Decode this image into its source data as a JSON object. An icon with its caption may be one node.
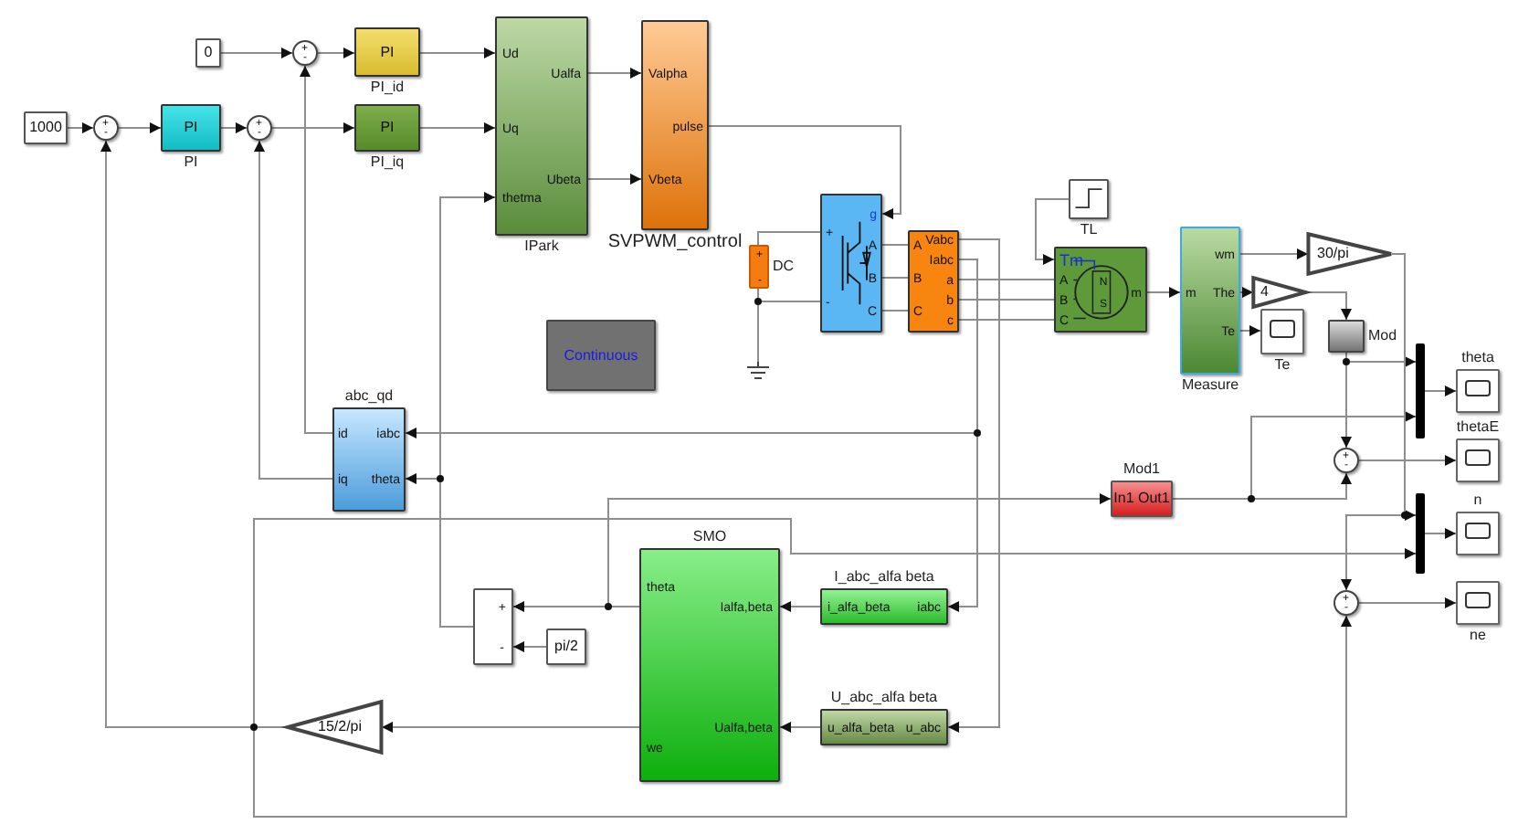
{
  "diagram": {
    "nodes": [
      {
        "text": [
          "1000"
        ]
      },
      {
        "text": [
          "+",
          "-"
        ]
      },
      {
        "text": [
          "PI"
        ],
        "beside": [
          "PI"
        ]
      },
      {
        "text": [
          "+",
          "-"
        ]
      },
      {
        "text": [
          "0"
        ]
      },
      {
        "text": [
          "+",
          "-"
        ]
      },
      {
        "text": [
          "PI"
        ],
        "beside": [
          "PI_id"
        ]
      },
      {
        "text": [
          "PI"
        ],
        "beside": [
          "PI_iq"
        ]
      },
      {
        "text": [
          "Ud",
          "Uq",
          "thetma",
          "Ualfa",
          "Ubeta"
        ],
        "beside": [
          "IPark"
        ]
      },
      {
        "text": [
          "Valpha",
          "pulse",
          "Vbeta"
        ],
        "beside": [
          "SVPWM_control"
        ]
      },
      {
        "text": [
          "Continuous"
        ]
      },
      {
        "text": [
          "+",
          "-"
        ],
        "beside": [
          "DC"
        ]
      },
      {
        "text": [],
        "shape": "ground"
      },
      {
        "text": [
          "g",
          "+",
          "-",
          "A",
          "B",
          "C"
        ]
      },
      {
        "text": [
          "Vabc",
          "Iabc",
          "A",
          "B",
          "C",
          "a",
          "b",
          "c"
        ]
      },
      {
        "text": [],
        "shape": "box",
        "beside": [
          "TL"
        ]
      },
      {
        "text": [
          "Tm",
          "A",
          "B",
          "C",
          "m",
          "N",
          "S"
        ]
      },
      {
        "text": [
          "m",
          "wm",
          "The",
          "Te"
        ],
        "beside": [
          "Measure"
        ]
      },
      {
        "text": [
          "30/pi"
        ]
      },
      {
        "text": [
          "4"
        ]
      },
      {
        "text": [],
        "shape": "box",
        "beside": [
          "Te"
        ]
      },
      {
        "text": [],
        "shape": "box",
        "beside": [
          "Mod"
        ]
      },
      {
        "text": [],
        "shape": "bar"
      },
      {
        "text": [],
        "shape": "box",
        "beside": [
          "theta"
        ]
      },
      {
        "text": [
          "+",
          "-"
        ]
      },
      {
        "text": [],
        "shape": "box",
        "beside": [
          "thetaE"
        ]
      },
      {
        "text": [
          "In1 Out1"
        ],
        "beside": [
          "Mod1"
        ]
      },
      {
        "text": [],
        "shape": "bar"
      },
      {
        "text": [],
        "shape": "box",
        "beside": [
          "n"
        ]
      },
      {
        "text": [
          "+",
          "-"
        ]
      },
      {
        "text": [],
        "shape": "box",
        "beside": [
          "ne"
        ]
      },
      {
        "text": [
          "id",
          "iq",
          "iabc",
          "theta"
        ],
        "beside": [
          "abc_qd"
        ]
      },
      {
        "text": [
          "+",
          "-"
        ]
      },
      {
        "text": [
          "pi/2"
        ]
      },
      {
        "text": [
          "theta",
          "Ialfa,beta",
          "Ualfa,beta",
          "we"
        ],
        "beside": [
          "SMO"
        ]
      },
      {
        "text": [
          "i_alfa_beta",
          "iabc"
        ],
        "beside": [
          "I_abc_alfa beta"
        ]
      },
      {
        "text": [
          "u_alfa_beta",
          "u_abc"
        ],
        "beside": [
          "U_abc_alfa beta"
        ]
      },
      {
        "text": [
          "15/2/pi"
        ]
      }
    ],
    "edges": [
      {
        "from": 0,
        "to": 1,
        "arrow": "to"
      },
      {
        "from": 1,
        "to": 2,
        "arrow": "to"
      },
      {
        "from": 2,
        "to": 3,
        "arrow": "to"
      },
      {
        "from": 3,
        "to": 7,
        "arrow": "to"
      },
      {
        "from": 4,
        "to": 5,
        "arrow": "to"
      },
      {
        "from": 5,
        "to": 6,
        "arrow": "to"
      },
      {
        "from": 6,
        "to": 8,
        "arrow": "to"
      },
      {
        "from": 7,
        "to": 8,
        "arrow": "to"
      },
      {
        "from": 8,
        "to": 9,
        "arrow": "to"
      },
      {
        "from": 8,
        "to": 9,
        "arrow": "to"
      },
      {
        "from": 9,
        "to": 13,
        "arrow": "to"
      },
      {
        "from": 11,
        "to": 13,
        "arrow": "none"
      },
      {
        "from": 11,
        "to": 13,
        "arrow": "none"
      },
      {
        "from": 11,
        "to": 12,
        "arrow": "none"
      },
      {
        "from": 13,
        "to": 14,
        "arrow": "none"
      },
      {
        "from": 13,
        "to": 14,
        "arrow": "none"
      },
      {
        "from": 13,
        "to": 14,
        "arrow": "none"
      },
      {
        "from": 14,
        "to": 16,
        "arrow": "none"
      },
      {
        "from": 14,
        "to": 16,
        "arrow": "none"
      },
      {
        "from": 14,
        "to": 16,
        "arrow": "none"
      },
      {
        "from": 15,
        "to": 16,
        "arrow": "to"
      },
      {
        "from": 16,
        "to": 17,
        "arrow": "to"
      },
      {
        "from": 17,
        "to": 18,
        "arrow": "to"
      },
      {
        "from": 17,
        "to": 19,
        "arrow": "to"
      },
      {
        "from": 17,
        "to": 20,
        "arrow": "to"
      },
      {
        "from": 19,
        "to": 21,
        "arrow": "to"
      },
      {
        "from": 21,
        "to": 22,
        "arrow": "to"
      },
      {
        "from": 22,
        "to": 23,
        "arrow": "to"
      },
      {
        "from": 21,
        "to": 24,
        "arrow": "to"
      },
      {
        "from": 24,
        "to": 25,
        "arrow": "to"
      },
      {
        "from": 26,
        "to": 24,
        "arrow": "to"
      },
      {
        "from": 26,
        "to": 22,
        "arrow": "to"
      },
      {
        "from": 18,
        "to": 27,
        "arrow": "to"
      },
      {
        "from": 18,
        "to": 29,
        "arrow": "to"
      },
      {
        "from": 27,
        "to": 28,
        "arrow": "to"
      },
      {
        "from": 29,
        "to": 30,
        "arrow": "to"
      },
      {
        "from": 37,
        "to": 29,
        "arrow": "to"
      },
      {
        "from": 37,
        "to": 27,
        "arrow": "to"
      },
      {
        "from": 37,
        "to": 1,
        "arrow": "to"
      },
      {
        "from": 34,
        "to": 37,
        "arrow": "to"
      },
      {
        "from": 34,
        "to": 32,
        "arrow": "to"
      },
      {
        "from": 34,
        "to": 26,
        "arrow": "to"
      },
      {
        "from": 33,
        "to": 32,
        "arrow": "to"
      },
      {
        "from": 32,
        "to": 31,
        "arrow": "to"
      },
      {
        "from": 32,
        "to": 8,
        "arrow": "to"
      },
      {
        "from": 31,
        "to": 5,
        "arrow": "to"
      },
      {
        "from": 31,
        "to": 3,
        "arrow": "to"
      },
      {
        "from": 14,
        "to": 31,
        "arrow": "to"
      },
      {
        "from": 14,
        "to": 35,
        "arrow": "to"
      },
      {
        "from": 14,
        "to": 36,
        "arrow": "to"
      },
      {
        "from": 35,
        "to": 34,
        "arrow": "to"
      },
      {
        "from": 36,
        "to": 34,
        "arrow": "to"
      }
    ]
  }
}
